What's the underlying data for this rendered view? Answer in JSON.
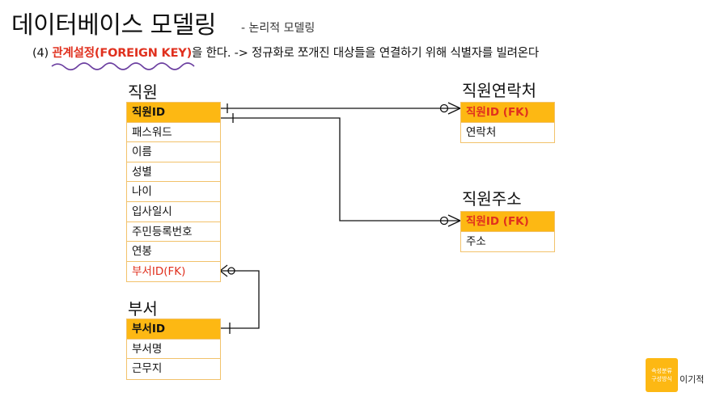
{
  "header": {
    "title": "데이터베이스 모델링",
    "subtitle": "- 논리적 모델링"
  },
  "step": {
    "prefix": "(4)",
    "highlight": "관계설정(FOREIGN KEY)",
    "rest": "을 한다. -> 정규화로 쪼개진 대상들을 연결하기 위해 식별자를 빌려온다"
  },
  "entities": {
    "employee": {
      "title": "직원",
      "fields": [
        "직원ID",
        "패스워드",
        "이름",
        "성별",
        "나이",
        "입사일시",
        "주민등록번호",
        "연봉",
        "부서ID(FK)"
      ]
    },
    "department": {
      "title": "부서",
      "fields": [
        "부서ID",
        "부서명",
        "근무지"
      ]
    },
    "contact": {
      "title": "직원연락처",
      "fields": [
        "직원ID (FK)",
        "연락처"
      ]
    },
    "address": {
      "title": "직원주소",
      "fields": [
        "직원ID (FK)",
        "주소"
      ]
    }
  },
  "logo": {
    "line1": "속성분류",
    "line2": "구성방식",
    "side": "이기적"
  },
  "colors": {
    "pk_fill": "#fdb813",
    "border": "#f2c26b",
    "fk_text": "#e0301e"
  }
}
